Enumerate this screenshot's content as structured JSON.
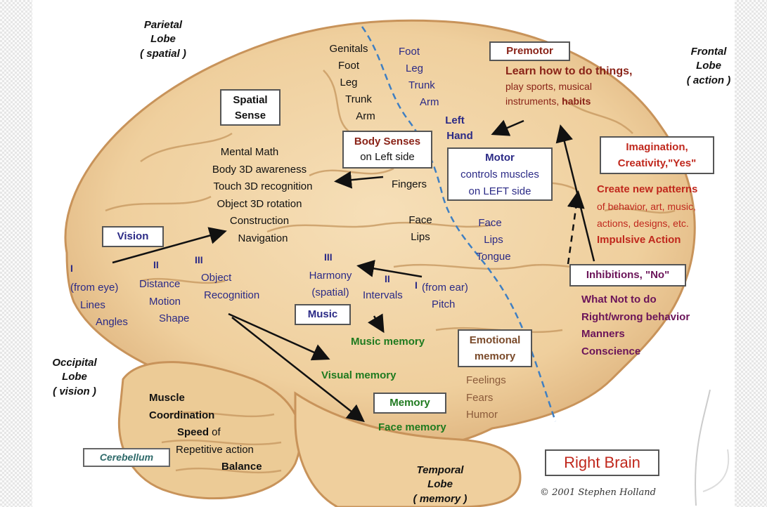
{
  "lobes": {
    "parietal": [
      "Parietal",
      "Lobe",
      "( spatial )"
    ],
    "frontal": [
      "Frontal",
      "Lobe",
      "( action )"
    ],
    "occipital": [
      "Occipital",
      "Lobe",
      "( vision )"
    ],
    "temporal": [
      "Temporal",
      "Lobe",
      "( memory )"
    ]
  },
  "boxes": {
    "spatial_sense": [
      "Spatial",
      "Sense"
    ],
    "body_senses": {
      "title": "Body Senses",
      "sub": "on Left side"
    },
    "premotor": "Premotor",
    "motor": {
      "title": "Motor",
      "lines": [
        "controls muscles",
        "on LEFT side"
      ]
    },
    "imagination": [
      "Imagination,",
      "Creativity,\"Yes\""
    ],
    "vision": "Vision",
    "inhibitions": "Inhibitions, \"No\"",
    "music": "Music",
    "emotional_memory": [
      "Emotional",
      "memory"
    ],
    "memory": "Memory",
    "cerebellum": "Cerebellum",
    "right_brain": "Right Brain"
  },
  "sensory_strip": [
    "Genitals",
    "Foot",
    "Leg",
    "Trunk",
    "Arm"
  ],
  "motor_strip": [
    "Foot",
    "Leg",
    "Trunk",
    "Arm"
  ],
  "left_hand": [
    "Left",
    "Hand"
  ],
  "spatial_functions": [
    "Mental Math",
    "Body 3D awareness",
    "Touch 3D recognition",
    "Object 3D rotation",
    "Construction",
    "Navigation"
  ],
  "fingers": "Fingers",
  "face_lips": [
    "Face",
    "Lips"
  ],
  "face_lips_tongue": [
    "Face",
    "Lips",
    "Tongue"
  ],
  "premotor_text": {
    "line1": "Learn how to do things,",
    "line2": "play sports, musical",
    "line3a": "instruments, ",
    "line3b": "habits"
  },
  "imagination_text": [
    "Create new patterns",
    "of behavior, art, music,",
    "actions, designs, etc.",
    "Impulsive Action"
  ],
  "inhibition_text": [
    "What Not to do",
    "Right/wrong behavior",
    "Manners",
    "Conscience"
  ],
  "vision_levels": {
    "i_num": "I",
    "i_lines": [
      "(from eye)",
      "Lines",
      "Angles"
    ],
    "ii_num": "II",
    "ii_lines": [
      "Distance",
      "Motion",
      "Shape"
    ],
    "iii_num": "III",
    "iii_lines": [
      "Object",
      "Recognition"
    ]
  },
  "music_levels": {
    "iii_num": "III",
    "iii_lines": [
      "Harmony",
      "(spatial)"
    ],
    "ii_num": "II",
    "ii_line": "Intervals",
    "i_num": "I",
    "i_lines": [
      "(from ear)",
      "Pitch"
    ]
  },
  "memories": {
    "music": "Music memory",
    "visual": "Visual memory",
    "face": "Face memory"
  },
  "emotions": [
    "Feelings",
    "Fears",
    "Humor"
  ],
  "cerebellum_text": {
    "muscle": "Muscle",
    "coordination": "Coordination",
    "speed": "Speed",
    "of": " of",
    "repetitive": "Repetitive action",
    "balance": "Balance"
  },
  "copyright": "© 2001 Stephen Holland",
  "colors": {
    "brain": "#f1d4a7",
    "brain_dark": "#d9ad76",
    "sulcus": "#c89a62",
    "central_sulcus": "#3f7fc2",
    "red": "#c0281d",
    "blue": "#2b2a86"
  }
}
